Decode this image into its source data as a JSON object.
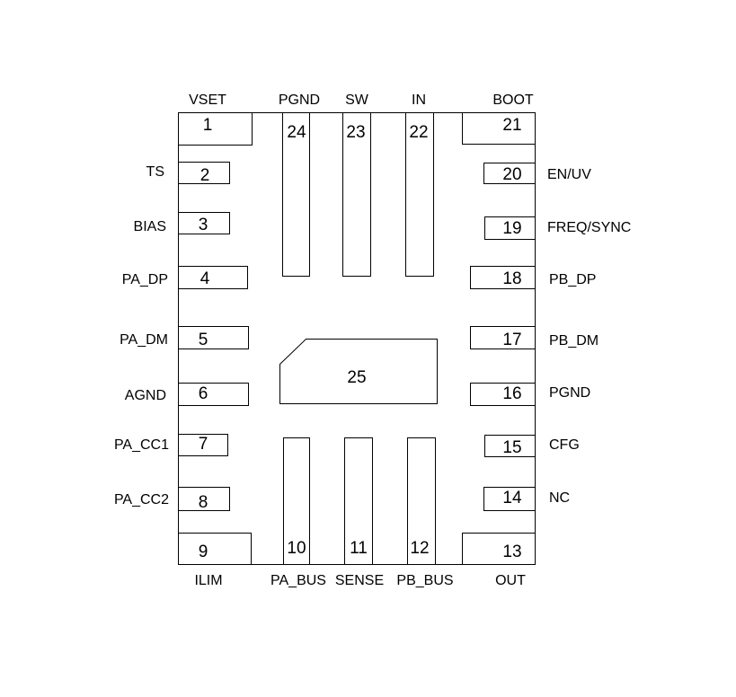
{
  "package": {
    "exposed_pad": {
      "number": "25"
    },
    "pins": [
      {
        "number": "1",
        "name": "VSET"
      },
      {
        "number": "2",
        "name": "TS"
      },
      {
        "number": "3",
        "name": "BIAS"
      },
      {
        "number": "4",
        "name": "PA_DP"
      },
      {
        "number": "5",
        "name": "PA_DM"
      },
      {
        "number": "6",
        "name": "AGND"
      },
      {
        "number": "7",
        "name": "PA_CC1"
      },
      {
        "number": "8",
        "name": "PA_CC2"
      },
      {
        "number": "9",
        "name": "ILIM"
      },
      {
        "number": "10",
        "name": "PA_BUS"
      },
      {
        "number": "11",
        "name": "SENSE"
      },
      {
        "number": "12",
        "name": "PB_BUS"
      },
      {
        "number": "13",
        "name": "OUT"
      },
      {
        "number": "14",
        "name": "NC"
      },
      {
        "number": "15",
        "name": "CFG"
      },
      {
        "number": "16",
        "name": "PGND"
      },
      {
        "number": "17",
        "name": "PB_DM"
      },
      {
        "number": "18",
        "name": "PB_DP"
      },
      {
        "number": "19",
        "name": "FREQ/SYNC"
      },
      {
        "number": "20",
        "name": "EN/UV"
      },
      {
        "number": "21",
        "name": "BOOT"
      },
      {
        "number": "22",
        "name": "IN"
      },
      {
        "number": "23",
        "name": "SW"
      },
      {
        "number": "24",
        "name": "PGND"
      }
    ]
  }
}
